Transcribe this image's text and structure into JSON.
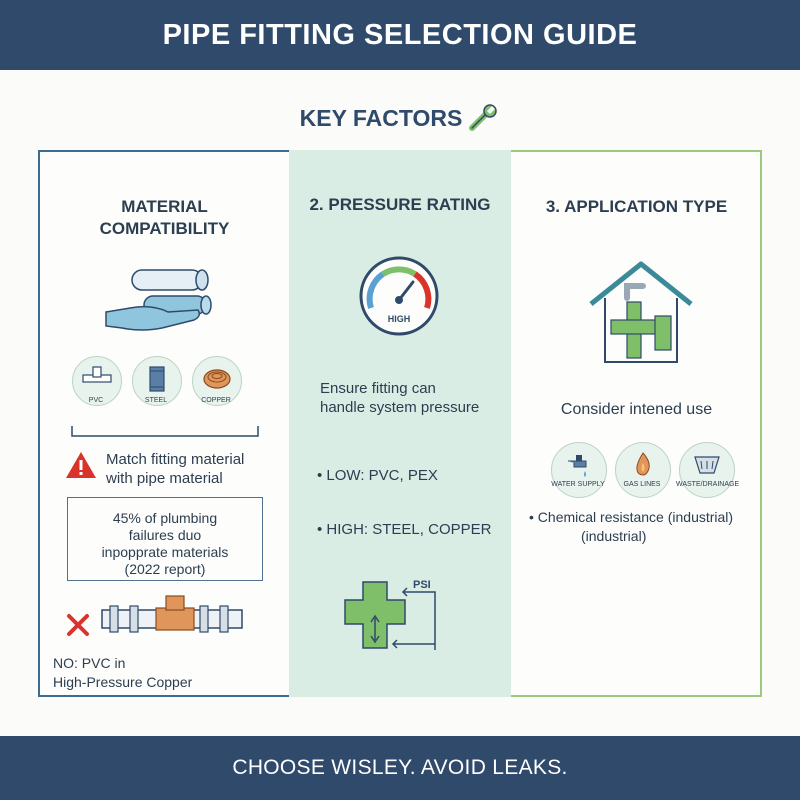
{
  "header": {
    "title": "PIPE FITTING SELECTION GUIDE"
  },
  "section": {
    "title": "KEY FACTORS",
    "icon": "wrench-icon"
  },
  "panel1": {
    "title_line1": "MATERIAL",
    "title_line2": "COMPATIBILITY",
    "materials": [
      "PVC",
      "STEEL",
      "COPPER"
    ],
    "warning_line1": "Match fitting material",
    "warning_line2": "with pipe material",
    "stat_lines": [
      "45% of plumbing",
      "failures duo",
      "inpopprate materials",
      "(2022 report)"
    ],
    "no_line1": "NO: PVC in",
    "no_line2": "High-Pressure Copper"
  },
  "panel2": {
    "title": "2. PRESSURE RATING",
    "gauge_label": "HIGH",
    "desc_line1": "Ensure fitting can",
    "desc_line2": "handle system pressure",
    "bullet_low": "•  LOW: PVC, PEX",
    "bullet_high": "•  HIGH: STEEL, COPPER",
    "psi_label": "PSI"
  },
  "panel3": {
    "title": "3. APPLICATION TYPE",
    "desc": "Consider intened use",
    "apps": [
      "WATER SUPPLY",
      "GAS LINES",
      "WASTE/DRAINAGE"
    ],
    "bullet_line1": "•  Chemical resistance (industrial)",
    "bullet_line2": "(industrial)"
  },
  "footer": {
    "text": "CHOOSE WISLEY. AVOID LEAKS."
  },
  "colors": {
    "navy": "#2f4a6b",
    "mint": "#d9ede4",
    "green": "#7fbf6a",
    "teal": "#3a8a9a",
    "warning": "#d9342b",
    "copper": "#e0955a"
  }
}
